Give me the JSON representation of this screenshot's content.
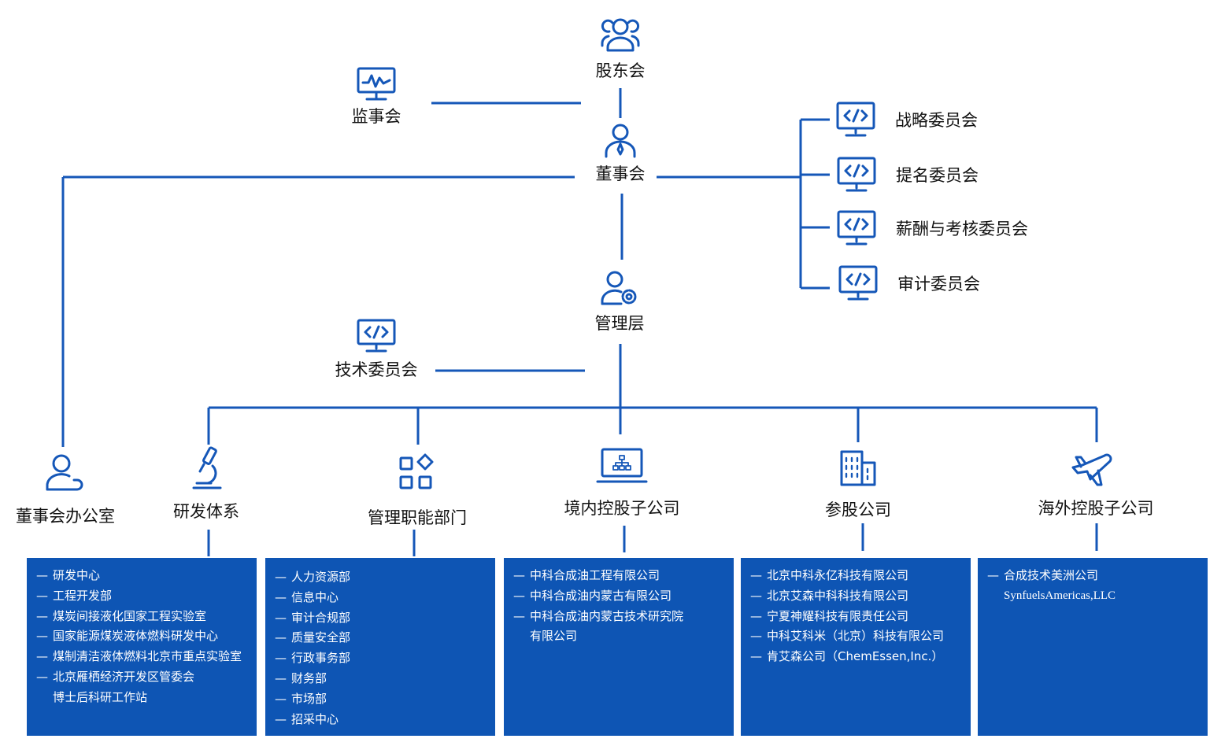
{
  "top": {
    "shareholders": "股东会",
    "supervisors": "监事会",
    "board": "董事会",
    "management": "管理层",
    "tech_committee": "技术委员会"
  },
  "committees": [
    "战略委员会",
    "提名委员会",
    "薪酬与考核委员会",
    "审计委员会"
  ],
  "departments": {
    "board_office": "董事会办公室",
    "rnd": "研发体系",
    "mgmt_functions": "管理职能部门",
    "domestic_subs": "境内控股子公司",
    "equity_participation": "参股公司",
    "overseas_subs": "海外控股子公司"
  },
  "lists": {
    "rnd": [
      "研发中心",
      "工程开发部",
      "煤炭间接液化国家工程实验室",
      "国家能源煤炭液体燃料研发中心",
      "煤制清洁液体燃料北京市重点实验室",
      "北京雁栖经济开发区管委会",
      "博士后科研工作站"
    ],
    "mgmt_functions": [
      "人力资源部",
      "信息中心",
      "审计合规部",
      "质量安全部",
      "行政事务部",
      "财务部",
      "市场部",
      "招采中心"
    ],
    "domestic_subs": [
      "中科合成油工程有限公司",
      "中科合成油内蒙古有限公司",
      "中科合成油内蒙古技术研究院",
      "有限公司"
    ],
    "equity_participation": [
      "北京中科永亿科技有限公司",
      "北京艾森中科科技有限公司",
      "宁夏神耀科技有限责任公司",
      "中科艾科米（北京）科技有限公司",
      "肯艾森公司（ChemEssen,Inc.）"
    ],
    "overseas_subs": [
      "合成技术美洲公司",
      "SynfuelsAmericas,LLC"
    ]
  },
  "colors": {
    "line": "#1557b8",
    "box": "#0e55b4",
    "text": "#111111"
  }
}
